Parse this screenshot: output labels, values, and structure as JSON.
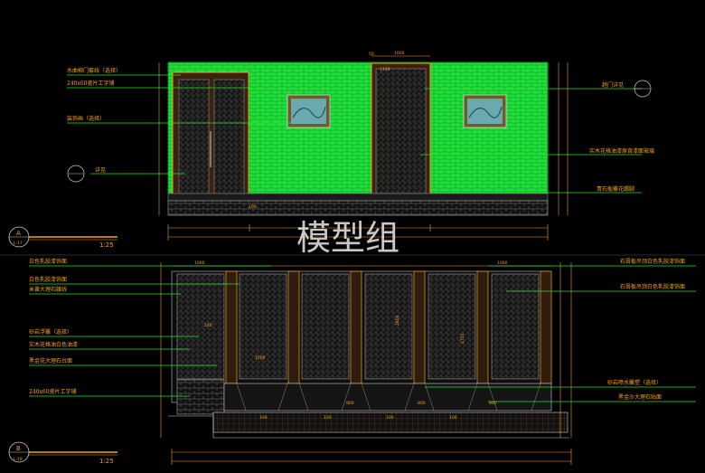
{
  "elevation_a": {
    "marker_letter": "A",
    "marker_ref": "L-17",
    "scale": "1:25",
    "labels_left": [
      "水曲柳门套线（选择）",
      "240x60瓷片工字铺",
      "装饰画（选择）",
      "详见"
    ],
    "labels_right": [
      "趟门详见",
      "实木花格油漆原背漆面玻璃",
      "青石板雕花踢脚"
    ],
    "dims": [
      "50",
      "1000",
      "1100",
      "100"
    ]
  },
  "elevation_b": {
    "marker_letter": "B",
    "marker_ref": "L-18",
    "scale": "1:25",
    "labels_left": [
      "白色乳胶漆饰面",
      "白色乳胶漆饰面",
      "米黄大理石腰线",
      "砂岩浮雕（选择）",
      "实木花格油白色油漆",
      "黑金花大理石台面",
      "240x60瓷片工字铺"
    ],
    "labels_right": [
      "石膏板吊顶白色乳胶漆饰面",
      "石膏板吊顶白色乳胶漆饰面",
      "砂岩喷水雕塑（选择）",
      "黑金沙大理石贴面"
    ],
    "dims": [
      "1000",
      "1000",
      "2800",
      "1750",
      "1000",
      "800",
      "800",
      "800",
      "100",
      "100",
      "100",
      "100",
      "240"
    ]
  },
  "watermark": "模型组",
  "colors": {
    "background": "#000000",
    "wall_green": "#1fe03a",
    "line_orange": "#f5a21c",
    "line_white": "#d8d8d8",
    "leader_green": "#27e52b",
    "panel_fill": "#1a1a1a"
  }
}
